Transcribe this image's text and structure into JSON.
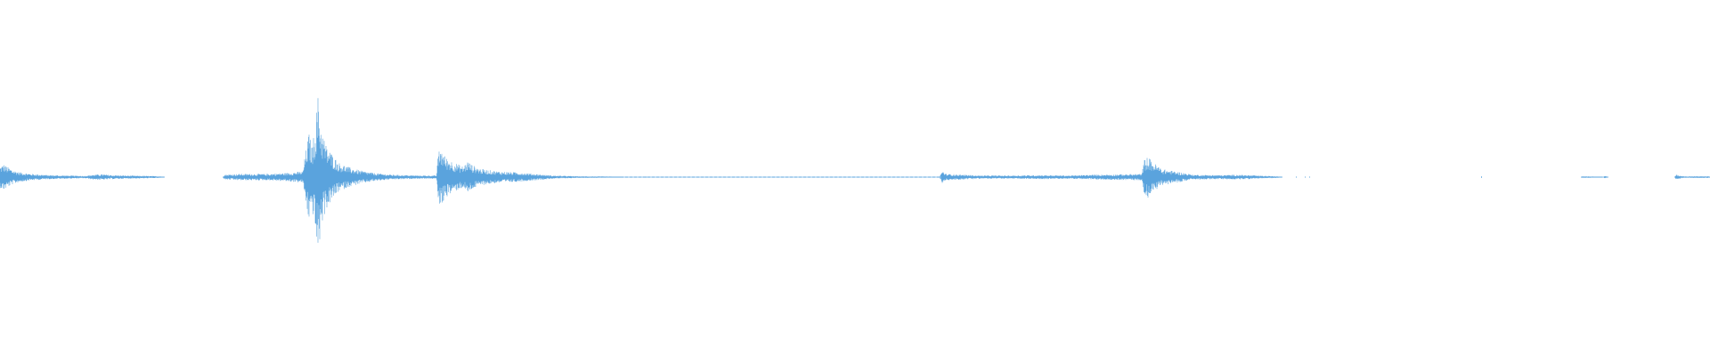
{
  "waveform": {
    "color": "#5aa3dd",
    "baseline_color": "#8ec3ec",
    "amplitude_profile": [
      [
        0,
        0.13
      ],
      [
        4,
        0.16
      ],
      [
        8,
        0.13
      ],
      [
        14,
        0.09
      ],
      [
        22,
        0.06
      ],
      [
        35,
        0.04
      ],
      [
        55,
        0.025
      ],
      [
        75,
        0.02
      ],
      [
        95,
        0.015
      ],
      [
        105,
        0.03
      ],
      [
        115,
        0.035
      ],
      [
        125,
        0.025
      ],
      [
        140,
        0.02
      ],
      [
        165,
        0.015
      ],
      [
        180,
        0.01
      ],
      [
        185,
        0.0
      ],
      [
        250,
        0.0
      ],
      [
        252,
        0.03
      ],
      [
        270,
        0.04
      ],
      [
        300,
        0.04
      ],
      [
        320,
        0.05
      ],
      [
        340,
        0.07
      ],
      [
        343,
        0.3
      ],
      [
        347,
        0.55
      ],
      [
        350,
        0.38
      ],
      [
        353,
        0.55
      ],
      [
        357,
        1.0
      ],
      [
        361,
        0.6
      ],
      [
        366,
        0.4
      ],
      [
        372,
        0.3
      ],
      [
        380,
        0.18
      ],
      [
        392,
        0.12
      ],
      [
        405,
        0.08
      ],
      [
        420,
        0.05
      ],
      [
        440,
        0.03
      ],
      [
        470,
        0.02
      ],
      [
        490,
        0.02
      ],
      [
        492,
        0.3
      ],
      [
        495,
        0.37
      ],
      [
        500,
        0.25
      ],
      [
        510,
        0.18
      ],
      [
        520,
        0.13
      ],
      [
        525,
        0.2
      ],
      [
        530,
        0.15
      ],
      [
        540,
        0.1
      ],
      [
        560,
        0.07
      ],
      [
        580,
        0.06
      ],
      [
        600,
        0.04
      ],
      [
        620,
        0.02
      ],
      [
        650,
        0.01
      ],
      [
        700,
        0.005
      ],
      [
        1000,
        0.005
      ],
      [
        1055,
        0.005
      ],
      [
        1058,
        0.08
      ],
      [
        1062,
        0.04
      ],
      [
        1080,
        0.03
      ],
      [
        1100,
        0.02
      ],
      [
        1130,
        0.02
      ],
      [
        1170,
        0.025
      ],
      [
        1200,
        0.02
      ],
      [
        1230,
        0.03
      ],
      [
        1260,
        0.035
      ],
      [
        1282,
        0.04
      ],
      [
        1285,
        0.22
      ],
      [
        1289,
        0.25
      ],
      [
        1295,
        0.18
      ],
      [
        1305,
        0.1
      ],
      [
        1320,
        0.07
      ],
      [
        1340,
        0.03
      ],
      [
        1370,
        0.025
      ],
      [
        1390,
        0.03
      ],
      [
        1420,
        0.015
      ],
      [
        1435,
        0.01
      ],
      [
        1440,
        0.0
      ],
      [
        1775,
        0.0
      ],
      [
        1776,
        0.01
      ],
      [
        1782,
        0.01
      ],
      [
        1800,
        0.0
      ],
      [
        1802,
        0.015
      ],
      [
        1806,
        0.0
      ],
      [
        1880,
        0.0
      ],
      [
        1882,
        0.03
      ],
      [
        1890,
        0.01
      ],
      [
        1920,
        0.01
      ]
    ],
    "dots": [
      [
        660,
        0.005
      ],
      [
        664,
        0.005
      ],
      [
        670,
        0.005
      ],
      [
        675,
        0.005
      ],
      [
        697,
        0.005
      ],
      [
        725,
        0.005
      ],
      [
        1455,
        0.005
      ],
      [
        1465,
        0.005
      ],
      [
        1470,
        0.005
      ],
      [
        1663,
        0.008
      ]
    ]
  }
}
